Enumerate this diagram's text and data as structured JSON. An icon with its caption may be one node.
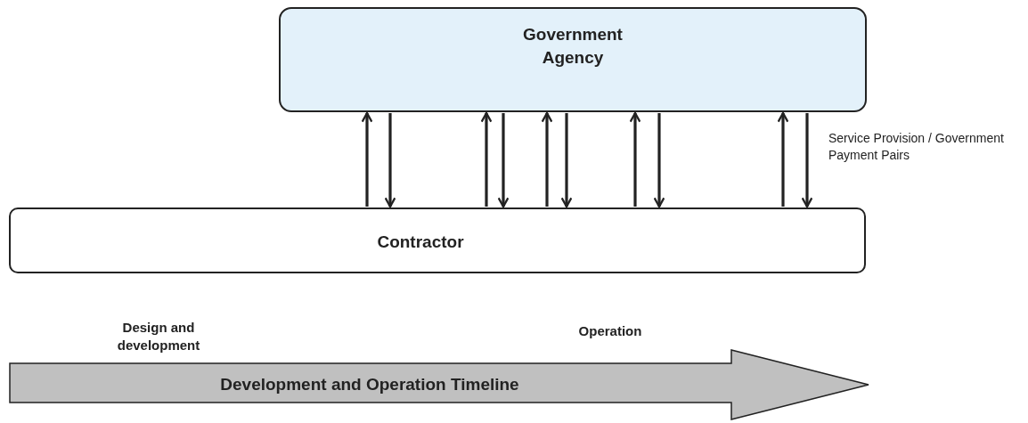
{
  "diagram": {
    "nodes": [
      {
        "text": [
          "Government Agency"
        ]
      },
      {
        "text": [
          "Contractor"
        ]
      },
      {
        "text": [
          "Development and Operation Timeline"
        ]
      }
    ],
    "edges": [
      {
        "from": 1,
        "to": 0,
        "arrow": "to"
      },
      {
        "from": 0,
        "to": 1,
        "arrow": "to"
      },
      {
        "from": 1,
        "to": 0,
        "arrow": "to"
      },
      {
        "from": 0,
        "to": 1,
        "arrow": "to"
      },
      {
        "from": 1,
        "to": 0,
        "arrow": "to"
      },
      {
        "from": 0,
        "to": 1,
        "arrow": "to"
      },
      {
        "from": 1,
        "to": 0,
        "arrow": "to"
      },
      {
        "from": 0,
        "to": 1,
        "arrow": "to"
      },
      {
        "from": 1,
        "to": 0,
        "arrow": "to"
      },
      {
        "from": 0,
        "to": 1,
        "arrow": "to"
      }
    ],
    "labels": [
      "Service Provision / Government Payment Pairs",
      "Design and development",
      "Operation"
    ]
  }
}
